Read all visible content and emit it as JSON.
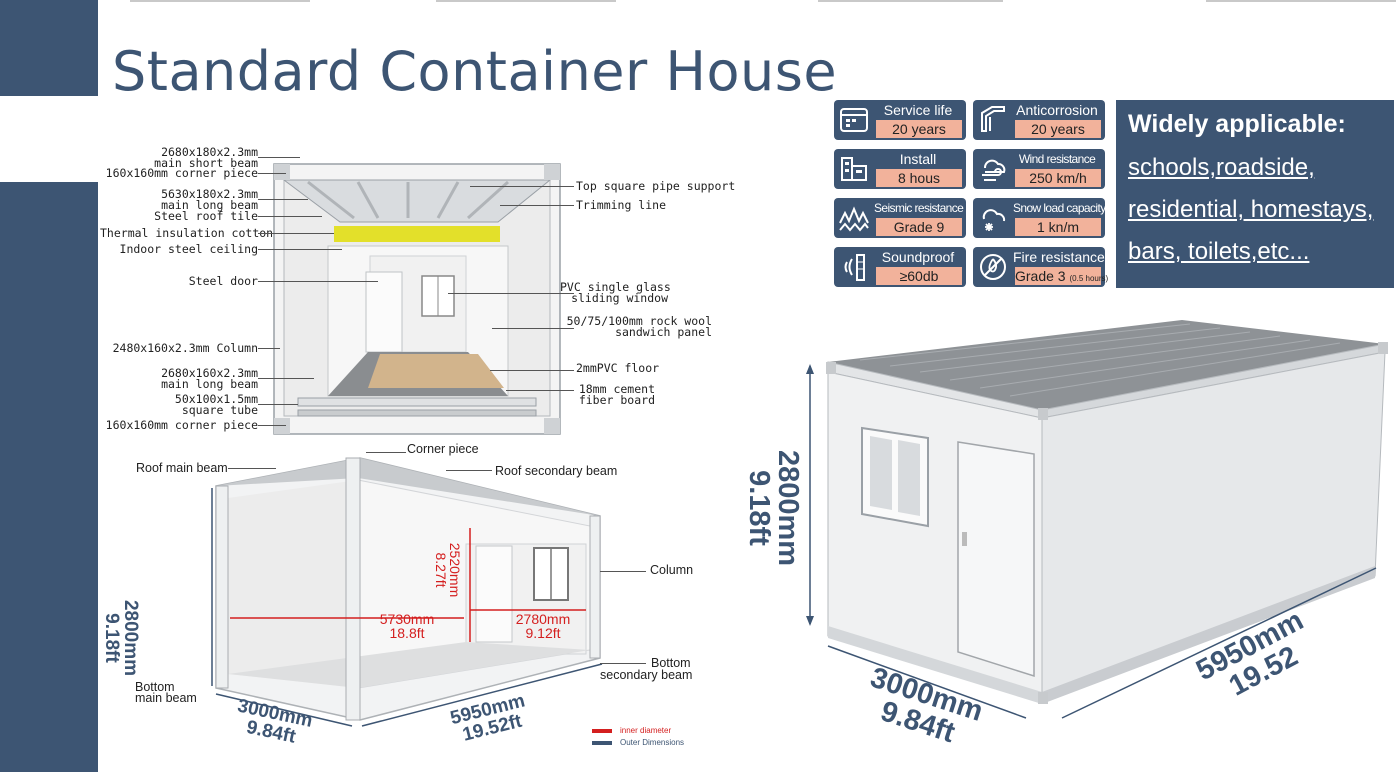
{
  "title": "Standard Container House",
  "structure_labels_left": [
    {
      "l1": "2680x180x2.3mm",
      "l2": "main short beam"
    },
    {
      "l1": "160x160mm corner piece"
    },
    {
      "l1": "5630x180x2.3mm",
      "l2": "main long beam"
    },
    {
      "l1": "Steel roof tile"
    },
    {
      "l1": "Thermal insulation cotton"
    },
    {
      "l1": "Indoor steel ceiling"
    },
    {
      "l1": "Steel door"
    },
    {
      "l1": "2480x160x2.3mm Column"
    },
    {
      "l1": "2680x160x2.3mm",
      "l2": "main long beam"
    },
    {
      "l1": "50x100x1.5mm",
      "l2": "square tube"
    },
    {
      "l1": "160x160mm corner piece"
    }
  ],
  "structure_labels_right": [
    {
      "l1": "Top square pipe support"
    },
    {
      "l1": "Trimming line"
    },
    {
      "l1": "PVC single glass",
      "l2": "sliding window"
    },
    {
      "l1": "50/75/100mm rock wool",
      "l2": "sandwich panel"
    },
    {
      "l1": "2mmPVC floor"
    },
    {
      "l1": "18mm cement",
      "l2": "fiber board"
    }
  ],
  "open_view": {
    "corner_piece": "Corner piece",
    "roof_main_beam": "Roof main beam",
    "roof_secondary_beam": "Roof secondary beam",
    "column": "Column",
    "bottom_secondary_beam_1": "Bottom",
    "bottom_secondary_beam_2": "secondary beam",
    "bottom_main_beam_1": "Bottom",
    "bottom_main_beam_2": "main beam",
    "height_mm": "2800mm",
    "height_ft": "9.18ft",
    "width_mm": "3000mm",
    "width_ft": "9.84ft",
    "length_mm": "5950mm",
    "length_ft": "19.52ft",
    "inner_height_mm": "2520mm",
    "inner_height_ft": "8.27ft",
    "inner_length_mm": "5730mm",
    "inner_length_ft": "18.8ft",
    "inner_width_mm": "2780mm",
    "inner_width_ft": "9.12ft",
    "legend_inner": "inner diameter",
    "legend_outer": "Outer Dimensions",
    "color_inner": "#d41f1f",
    "color_outer": "#3d5573"
  },
  "features": [
    {
      "name": "Service life",
      "value": "20 years",
      "icon": "calendar-icon"
    },
    {
      "name": "Anticorrosion",
      "value": "20 years",
      "icon": "steel-profile-icon"
    },
    {
      "name": "Install",
      "value": "8 hous",
      "icon": "building-icon"
    },
    {
      "name": "Wind resistance",
      "value": "250 km/h",
      "icon": "wind-icon"
    },
    {
      "name": "Seismic resistance",
      "value": "Grade 9",
      "icon": "seismic-icon"
    },
    {
      "name": "Snow load capacity",
      "value": "1 kn/m",
      "icon": "snow-icon"
    },
    {
      "name": "Soundproof",
      "value": "≥60db",
      "icon": "soundproof-icon"
    },
    {
      "name": "Fire resistance",
      "value": "Grade 3",
      "value_note": "(0.5 hours)",
      "icon": "no-fire-icon"
    }
  ],
  "applicable": {
    "title": "Widely applicable:",
    "lines": [
      "schools,roadside,",
      "residential, homestays,",
      "bars, toilets,etc..."
    ]
  },
  "closed_view": {
    "height_mm": "2800mm",
    "height_ft": "9.18ft",
    "width_mm": "3000mm",
    "width_ft": "9.84ft",
    "length_mm": "5950mm",
    "length_ft": "19.52"
  },
  "colors": {
    "brand": "#3d5573",
    "badge_value": "#f2b29b",
    "insulation": "#e3e02a",
    "floor": "#d2b48c"
  }
}
